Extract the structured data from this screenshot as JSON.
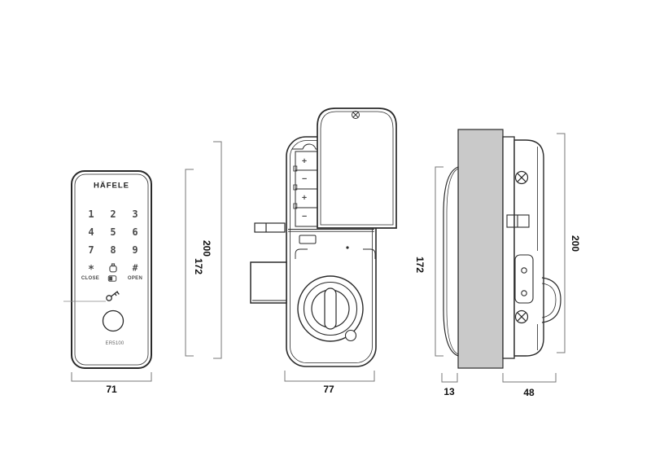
{
  "drawing": {
    "brand": "HÄFELE",
    "model": "ER5100",
    "keypad": {
      "digits": [
        "1",
        "2",
        "3",
        "4",
        "5",
        "6",
        "7",
        "8",
        "9"
      ],
      "star": "*",
      "hash": "#",
      "close_label": "CLOSE",
      "open_label": "OPEN"
    },
    "battery_polarity": [
      "+",
      "−",
      "+",
      "−"
    ],
    "dimensions": {
      "front_width": "71",
      "front_height": "172",
      "rear_width": "77",
      "rear_height": "200",
      "front_unit_depth": "13",
      "rear_unit_depth": "48"
    },
    "colors": {
      "line": "#2a2a2a",
      "dim_line": "#777777",
      "door_fill": "#c9c9c9",
      "text": "#111111"
    },
    "icons": {
      "bell": "bell-icon",
      "key": "key-icon",
      "screw_cross": "screw-cross-icon",
      "cover_screw": "screw-icon",
      "keyhole_cover": "keyhole-cover-icon"
    }
  }
}
